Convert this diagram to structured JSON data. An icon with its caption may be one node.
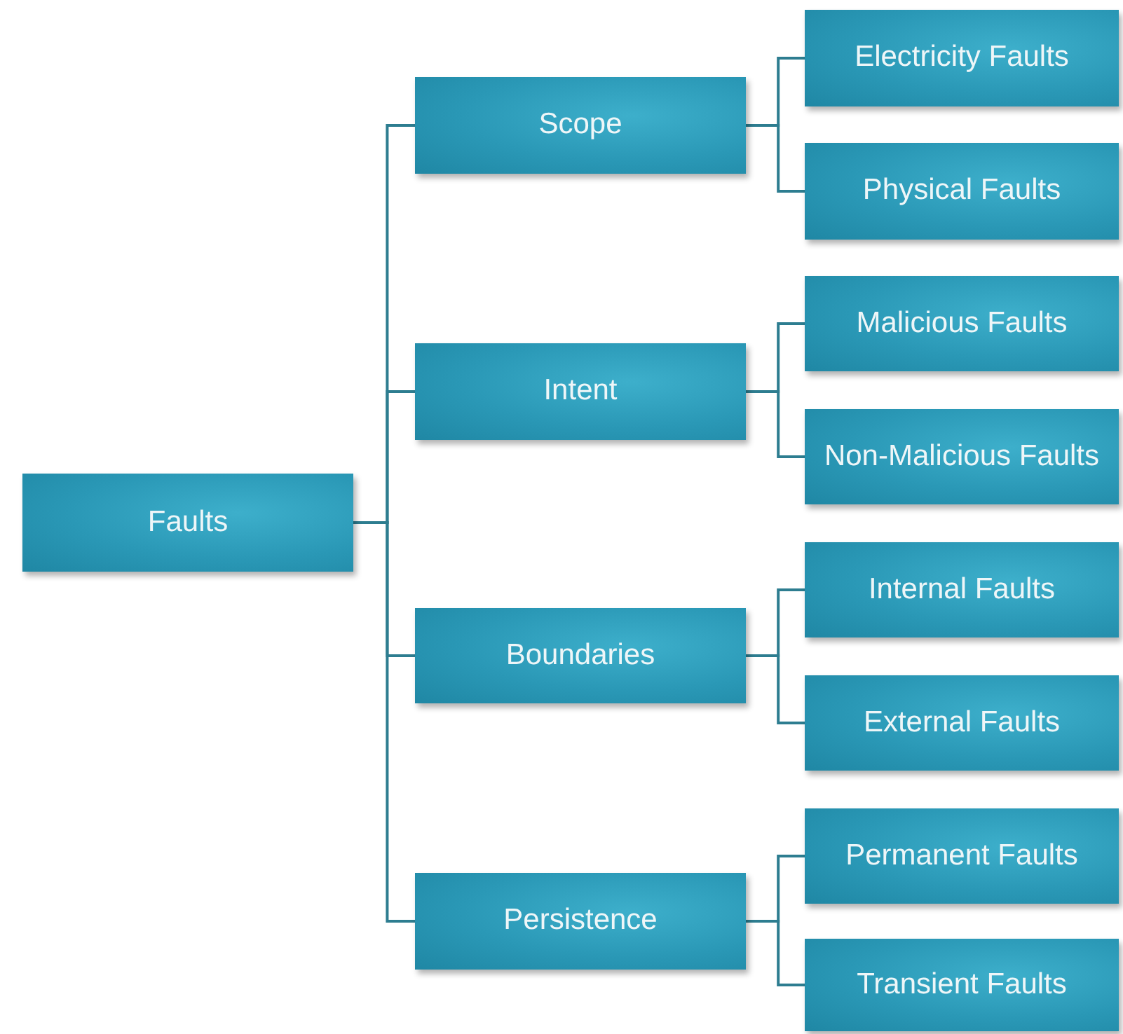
{
  "diagram": {
    "nodes": [
      {
        "text": [
          "Faults"
        ]
      },
      {
        "text": [
          "Scope"
        ]
      },
      {
        "text": [
          "Electricity Faults"
        ]
      },
      {
        "text": [
          "Physical Faults"
        ]
      },
      {
        "text": [
          "Intent"
        ]
      },
      {
        "text": [
          "Malicious Faults"
        ]
      },
      {
        "text": [
          "Non-Malicious Faults"
        ]
      },
      {
        "text": [
          "Boundaries"
        ]
      },
      {
        "text": [
          "Internal Faults"
        ]
      },
      {
        "text": [
          "External Faults"
        ]
      },
      {
        "text": [
          "Persistence"
        ]
      },
      {
        "text": [
          "Permanent Faults"
        ]
      },
      {
        "text": [
          "Transient Faults"
        ]
      }
    ],
    "edges": [
      {
        "from": 0,
        "to": 1,
        "arrow": "none"
      },
      {
        "from": 0,
        "to": 4,
        "arrow": "none"
      },
      {
        "from": 0,
        "to": 7,
        "arrow": "none"
      },
      {
        "from": 0,
        "to": 10,
        "arrow": "none"
      },
      {
        "from": 1,
        "to": 2,
        "arrow": "none"
      },
      {
        "from": 1,
        "to": 3,
        "arrow": "none"
      },
      {
        "from": 4,
        "to": 5,
        "arrow": "none"
      },
      {
        "from": 4,
        "to": 6,
        "arrow": "none"
      },
      {
        "from": 7,
        "to": 8,
        "arrow": "none"
      },
      {
        "from": 7,
        "to": 9,
        "arrow": "none"
      },
      {
        "from": 10,
        "to": 11,
        "arrow": "none"
      },
      {
        "from": 10,
        "to": 12,
        "arrow": "none"
      }
    ]
  }
}
